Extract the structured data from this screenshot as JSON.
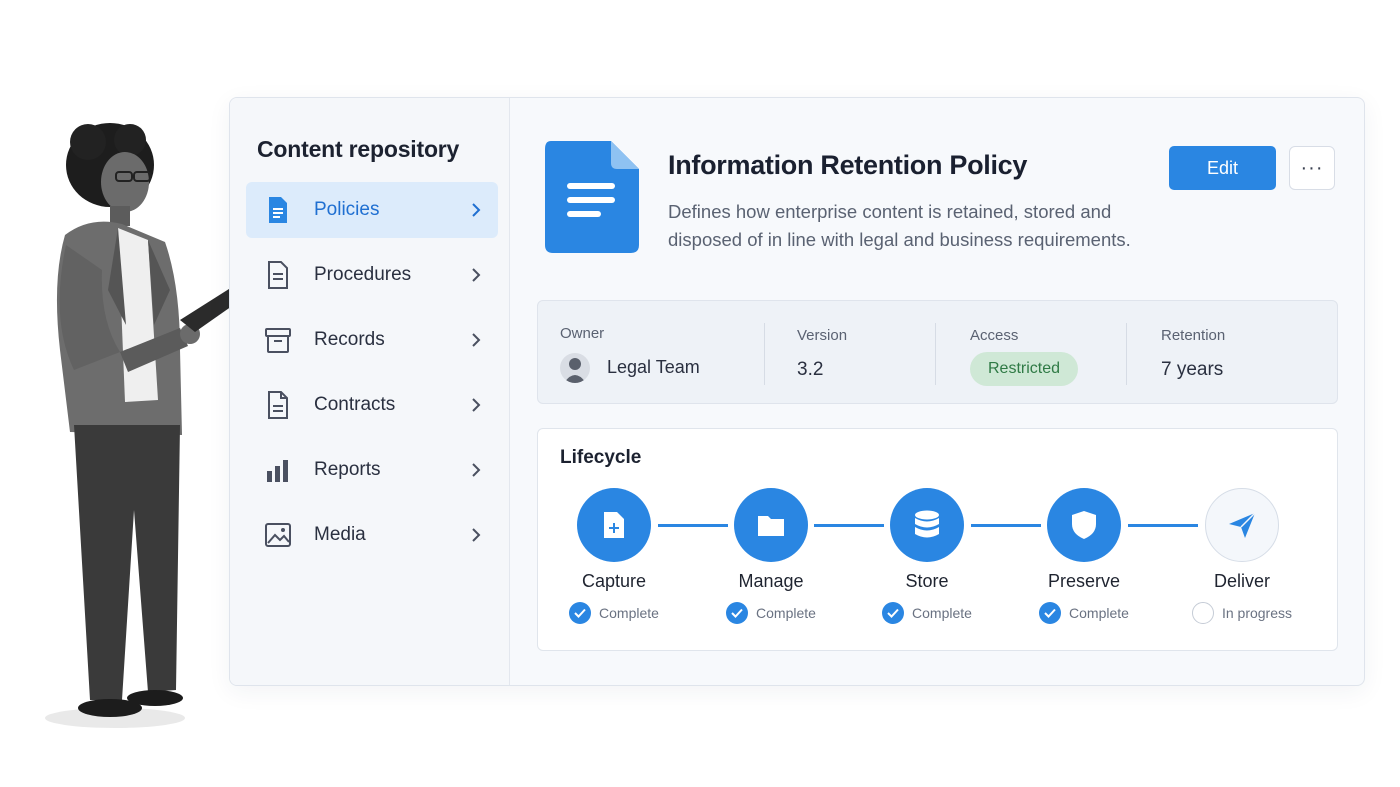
{
  "sidebar": {
    "title": "Content repository",
    "items": [
      {
        "label": "Policies",
        "icon": "document-lines-icon",
        "active": true
      },
      {
        "label": "Procedures",
        "icon": "document-icon",
        "active": false
      },
      {
        "label": "Records",
        "icon": "archive-box-icon",
        "active": false
      },
      {
        "label": "Contracts",
        "icon": "contract-document-icon",
        "active": false
      },
      {
        "label": "Reports",
        "icon": "bar-chart-icon",
        "active": false
      },
      {
        "label": "Media",
        "icon": "image-icon",
        "active": false
      }
    ]
  },
  "header": {
    "title": "Information Retention Policy",
    "description": "Defines how enterprise content is retained, stored and disposed of in line with legal and business requirements.",
    "edit_label": "Edit",
    "more_label": "···"
  },
  "meta": {
    "owner_label": "Owner",
    "owner_value": "Legal Team",
    "version_label": "Version",
    "version_value": "3.2",
    "access_label": "Access",
    "access_value": "Restricted",
    "retention_label": "Retention",
    "retention_value": "7 years"
  },
  "lifecycle": {
    "title": "Lifecycle",
    "stages": [
      {
        "name": "Capture",
        "status": "Complete",
        "icon": "file-plus-icon",
        "done": true
      },
      {
        "name": "Manage",
        "status": "Complete",
        "icon": "folder-icon",
        "done": true
      },
      {
        "name": "Store",
        "status": "Complete",
        "icon": "database-icon",
        "done": true
      },
      {
        "name": "Preserve",
        "status": "Complete",
        "icon": "shield-icon",
        "done": true
      },
      {
        "name": "Deliver",
        "status": "In progress",
        "icon": "send-icon",
        "done": false
      }
    ]
  },
  "colors": {
    "accent": "#2a86e2",
    "active_nav_bg": "#dcebfb",
    "badge_bg": "#cfe8d6",
    "badge_text": "#2f7a45"
  }
}
